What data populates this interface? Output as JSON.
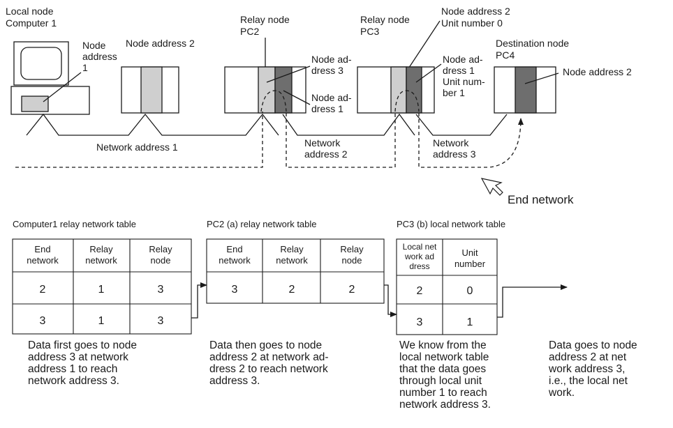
{
  "nodes": {
    "local": {
      "title": "Local node",
      "name": "Computer 1",
      "addr1": "Node",
      "addr2": "address",
      "addr3": "1"
    },
    "n2": {
      "addr": "Node address 2"
    },
    "pc2": {
      "title": "Relay node",
      "name": "PC2",
      "addrA1": "Node ad-",
      "addrA2": "dress 3",
      "addrB1": "Node ad-",
      "addrB2": "dress 1"
    },
    "pc3": {
      "title": "Relay node",
      "name": "PC3",
      "top1": "Node address 2",
      "top2": "Unit number 0",
      "b1": "Node ad-",
      "b2": "dress 1",
      "b3": "Unit num-",
      "b4": "ber 1"
    },
    "pc4": {
      "title": "Destination node",
      "name": "PC4",
      "addr": "Node address 2"
    }
  },
  "networks": {
    "net1": "Network address 1",
    "net2_l1": "Network",
    "net2_l2": "address 2",
    "net3_l1": "Network",
    "net3_l2": "address 3",
    "end": "End network"
  },
  "tables": {
    "t1": {
      "title": "Computer1 relay network table",
      "h": [
        [
          "End",
          "network"
        ],
        [
          "Relay",
          "network"
        ],
        [
          "Relay",
          "node"
        ]
      ],
      "rows": [
        [
          "2",
          "1",
          "3"
        ],
        [
          "3",
          "1",
          "3"
        ]
      ]
    },
    "t2": {
      "title": "PC2 (a) relay network table",
      "h": [
        [
          "End",
          "network"
        ],
        [
          "Relay",
          "network"
        ],
        [
          "Relay",
          "node"
        ]
      ],
      "rows": [
        [
          "3",
          "2",
          "2"
        ]
      ]
    },
    "t3": {
      "title": "PC3 (b) local network table",
      "h": [
        [
          "Local net",
          "work ad",
          "dress"
        ],
        [
          "Unit",
          "number"
        ]
      ],
      "rows": [
        [
          "2",
          "0"
        ],
        [
          "3",
          "1"
        ]
      ]
    }
  },
  "captions": {
    "c1": [
      "Data first goes to node",
      "address 3 at network",
      "address 1 to reach",
      "network address 3."
    ],
    "c2": [
      "Data then goes to node",
      "address 2 at network ad-",
      "dress 2 to reach network",
      "address 3."
    ],
    "c3": [
      "We know from the",
      "local network table",
      "that the data goes",
      "through local unit",
      "number 1 to reach",
      "network address 3."
    ],
    "c4": [
      "Data goes to node",
      "address 2 at net",
      "work address 3,",
      "i.e., the local net",
      "work."
    ]
  }
}
